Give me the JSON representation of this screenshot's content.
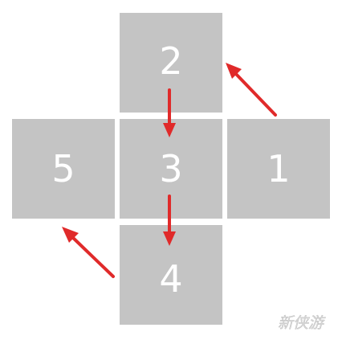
{
  "tiles": {
    "one": "1",
    "two": "2",
    "three": "3",
    "four": "4",
    "five": "5"
  },
  "colors": {
    "tile": "#c4c4c4",
    "arrow": "#e02a2a",
    "text": "#ffffff"
  },
  "watermark": {
    "text": "新侠游"
  }
}
